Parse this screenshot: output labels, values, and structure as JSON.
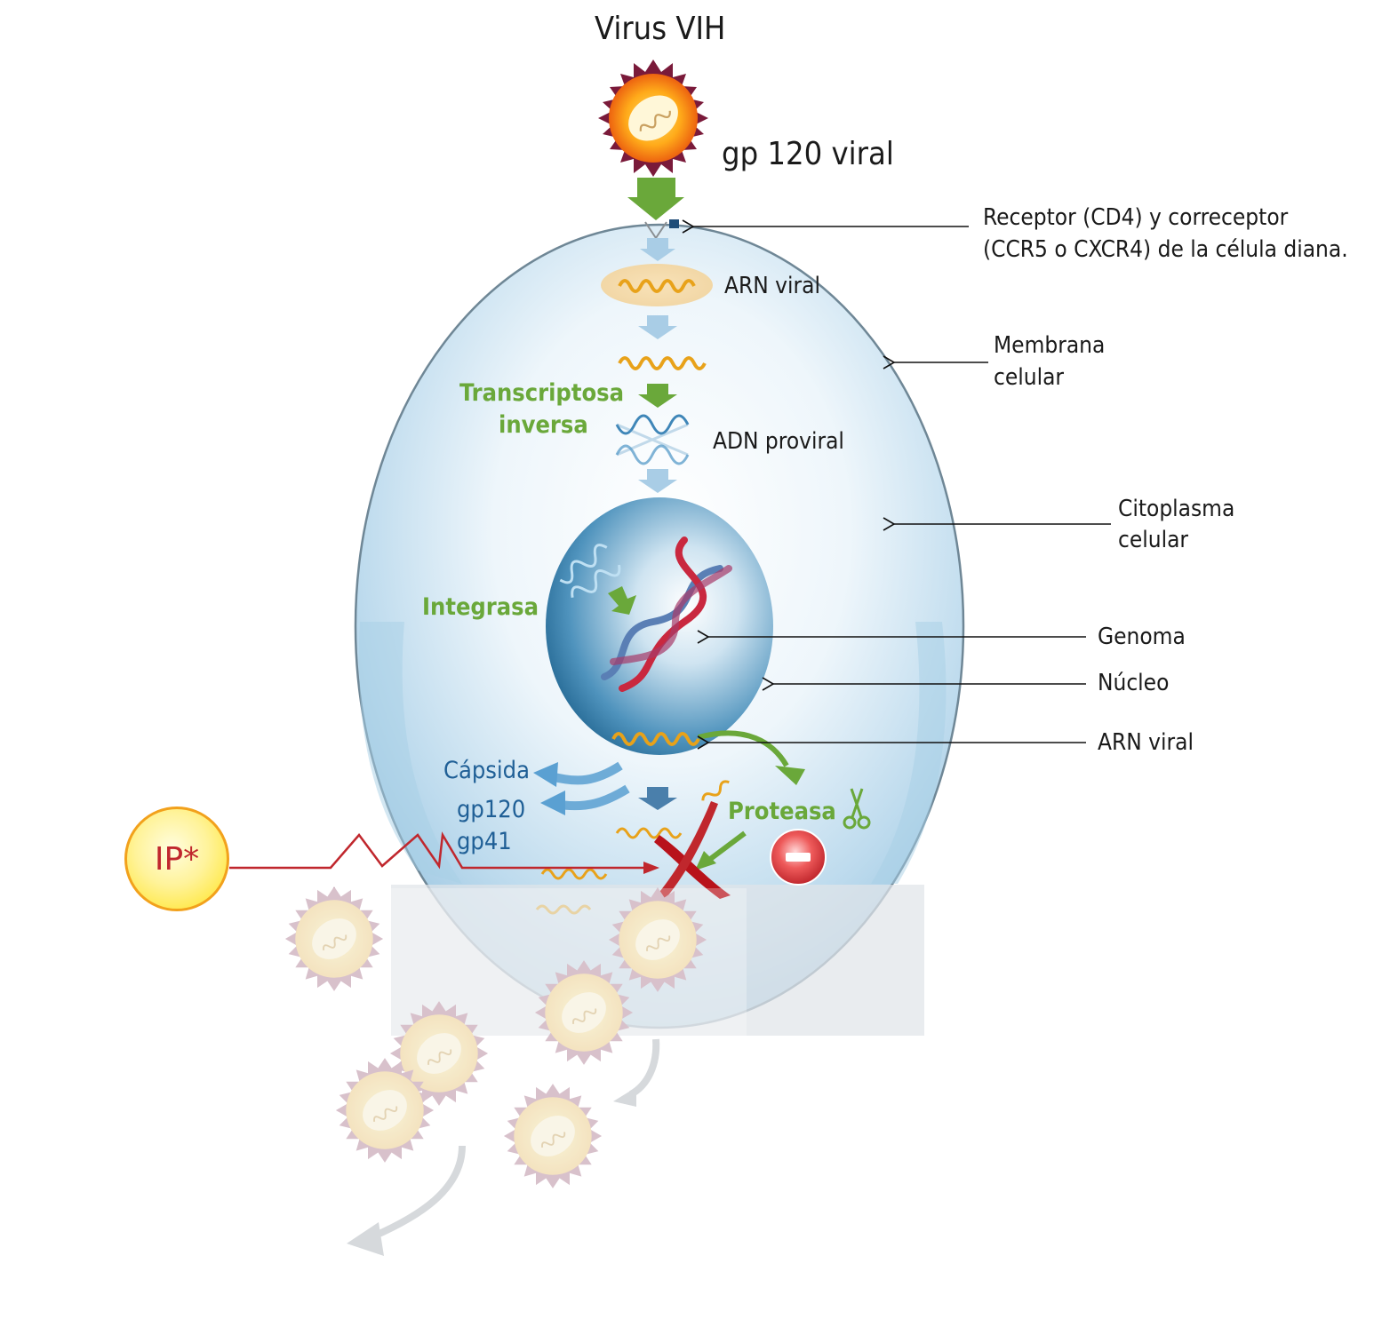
{
  "title": "Virus VIH",
  "virus_label": "gp 120 viral",
  "inner_labels": {
    "arn_viral_top": "ARN viral",
    "adn_proviral": "ADN proviral",
    "transcriptasa_line1": "Transcriptosa",
    "transcriptasa_line2": "inversa",
    "integrasa": "Integrasa",
    "proteasa": "Proteasa",
    "capsida": "Cápsida",
    "gp120": "gp120",
    "gp41": "gp41"
  },
  "callouts": {
    "receptor_line1": "Receptor (CD4) y correceptor",
    "receptor_line2": "(CCR5 o CXCR4) de la célula diana.",
    "membrana_line1": "Membrana",
    "membrana_line2": "celular",
    "citoplasma_line1": "Citoplasma",
    "citoplasma_line2": "celular",
    "genoma": "Genoma",
    "nucleo": "Núcleo",
    "arn_viral": "ARN viral"
  },
  "inhibitor": {
    "label": "IP*"
  },
  "colors": {
    "green": "#6aa83a",
    "blue_text": "#1f5f96",
    "light_arrow": "#a9cde6",
    "red": "#c0272d",
    "inhibitor_fill": "#ffe21a",
    "inhibitor_border": "#f2a11c"
  }
}
